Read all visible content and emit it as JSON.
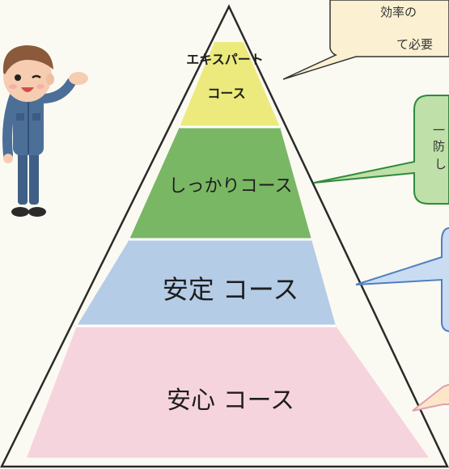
{
  "pyramid": {
    "tiers": [
      {
        "id": "expert",
        "line1": "エキスパート",
        "line2": "コース",
        "color": "#ecea7c"
      },
      {
        "id": "shikkari",
        "label": "しっかりコース",
        "color": "#79b764"
      },
      {
        "id": "antei",
        "label": "安定  コース",
        "color": "#b5cce7"
      },
      {
        "id": "anshin",
        "label": "安心  コース",
        "color": "#f6d4de"
      }
    ]
  },
  "callouts": {
    "top": {
      "line1": "効率の",
      "line2": "て必要"
    },
    "green": {
      "line1": "一",
      "line2": "防",
      "line3": "し"
    }
  },
  "colors": {
    "outline": "#2a2a2a",
    "callout_top": "#fbf1d2",
    "callout_green": "#bfe0a8",
    "callout_green_stroke": "#2f8a3a",
    "callout_blue": "#c9dcf2",
    "callout_blue_stroke": "#4f7fc0",
    "callout_pink_stroke": "#e0a0b0"
  }
}
